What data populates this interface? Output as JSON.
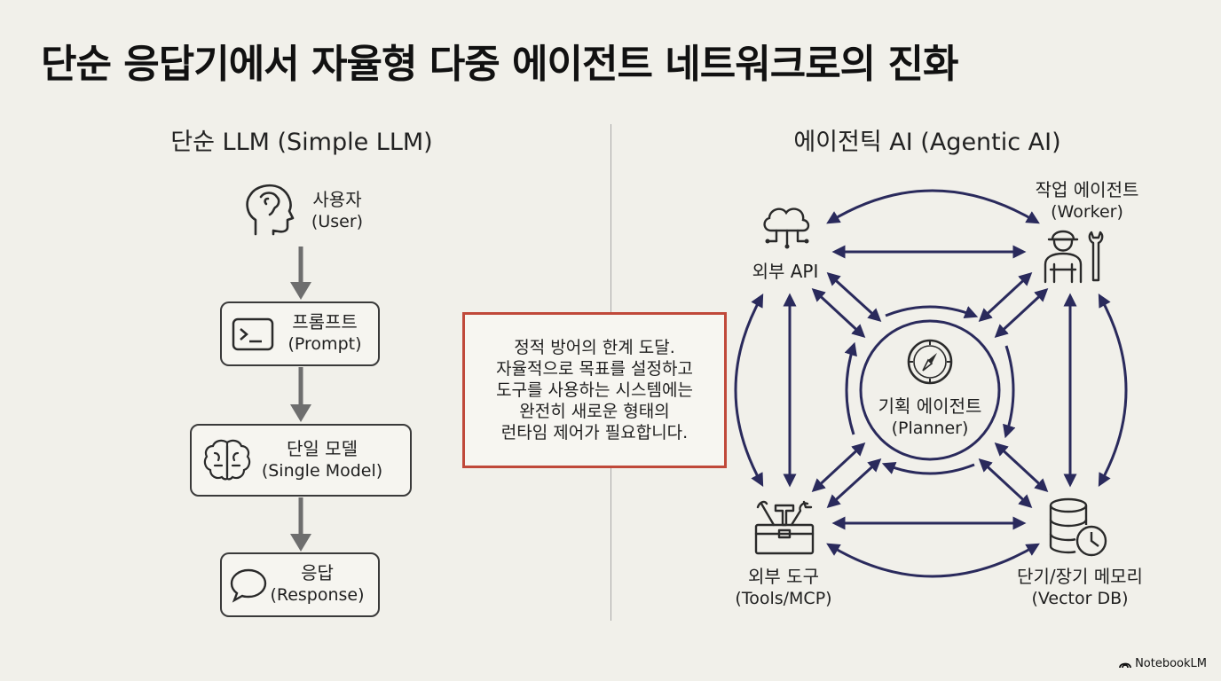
{
  "title": "단순 응답기에서 자율형 다중 에이전트 네트워크로의 진화",
  "left": {
    "heading": "단순 LLM (Simple LLM)",
    "nodes": [
      {
        "name": "사용자",
        "sub": "(User)",
        "icon": "head-icon"
      },
      {
        "name": "프롬프트",
        "sub": "(Prompt)",
        "icon": "terminal-icon"
      },
      {
        "name": "단일 모델",
        "sub": "(Single Model)",
        "icon": "brain-icon"
      },
      {
        "name": "응답",
        "sub": "(Response)",
        "icon": "speech-bubble-icon"
      }
    ]
  },
  "callout": {
    "lines": [
      "정적 방어의 한계 도달.",
      "자율적으로 목표를 설정하고",
      "도구를 사용하는 시스템에는",
      "완전히 새로운 형태의",
      "런타임 제어가 필요합니다."
    ]
  },
  "right": {
    "heading": "에이전틱 AI (Agentic AI)",
    "planner": {
      "name": "기획 에이전트",
      "sub": "(Planner)",
      "icon": "compass-icon"
    },
    "api": {
      "name": "외부 API",
      "icon": "cloud-network-icon"
    },
    "worker": {
      "name": "작업 에이전트",
      "sub": "(Worker)",
      "icon": "worker-wrench-icon"
    },
    "tools": {
      "name": "외부 도구",
      "sub": "(Tools/MCP)",
      "icon": "toolbox-icon"
    },
    "memory": {
      "name": "단기/장기 메모리",
      "sub": "(Vector DB)",
      "icon": "database-clock-icon"
    }
  },
  "brand": "NotebookLM",
  "colors": {
    "arrow": "#2a2a5c",
    "callout_border": "#c0493a",
    "flow_arrow": "#6e6e6e"
  }
}
